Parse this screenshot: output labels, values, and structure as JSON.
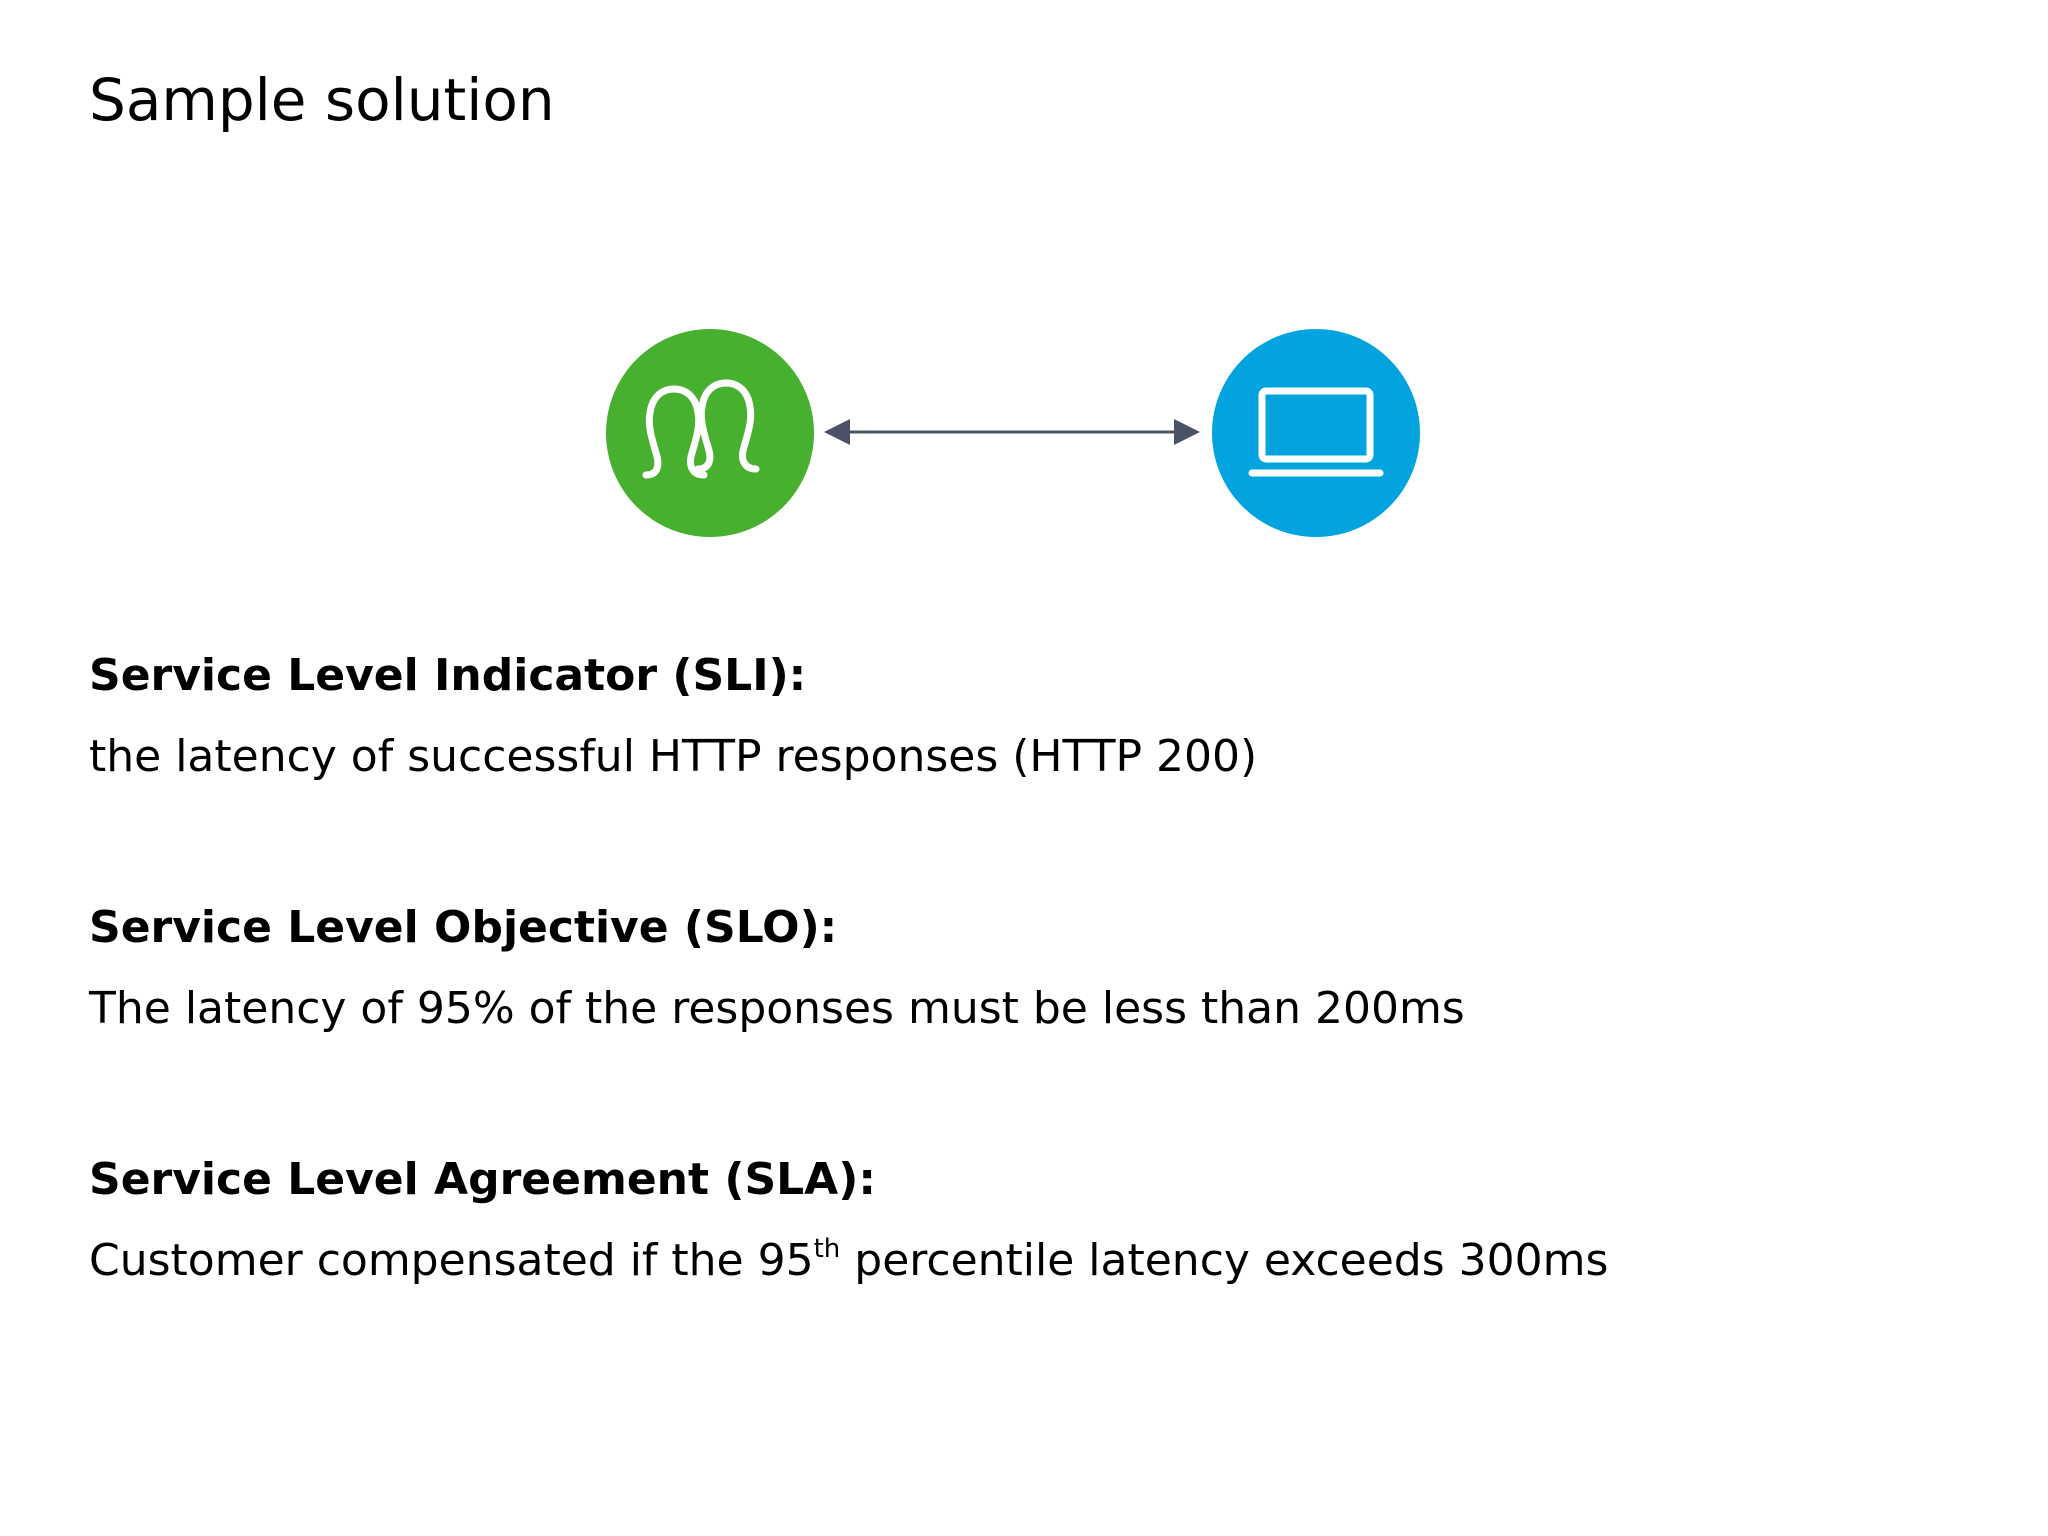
{
  "title": "Sample solution",
  "diagram": {
    "left_icon": "users-icon",
    "right_icon": "laptop-icon",
    "connector": "bidirectional-arrow",
    "colors": {
      "users": "#47b02f",
      "laptop": "#03a3e0",
      "arrow": "#4a5466"
    }
  },
  "sections": [
    {
      "heading": "Service Level Indicator (SLI):",
      "text": "the latency of successful HTTP responses (HTTP 200)"
    },
    {
      "heading": "Service Level Objective (SLO):",
      "text": "The latency of 95% of the responses must be less than 200ms"
    },
    {
      "heading": "Service Level Agreement (SLA):",
      "text_before": "Customer compensated if the 95",
      "text_sup": "th",
      "text_after": " percentile latency exceeds 300ms"
    }
  ]
}
